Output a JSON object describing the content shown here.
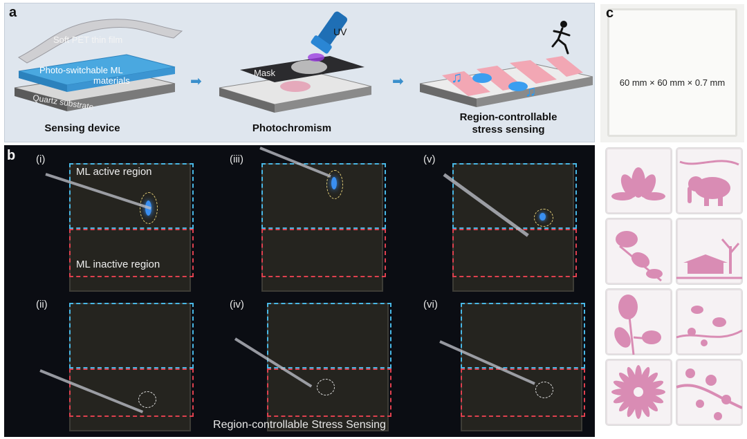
{
  "panel_a": {
    "label": "a",
    "stack": {
      "film": "Soft PET thin  film",
      "material_line1": "Photo-switchable  ML",
      "material_line2": "materials",
      "substrate": "Quartz substrate"
    },
    "uv": "UV",
    "mask": "Mask",
    "captions": {
      "device": "Sensing device",
      "photo": "Photochromism",
      "region_line1": "Region-controllable",
      "region_line2": "stress sensing"
    }
  },
  "panel_b": {
    "label": "b",
    "subpanels": [
      "(i)",
      "(iii)",
      "(v)",
      "(ii)",
      "(iv)",
      "(vi)"
    ],
    "active_region": "ML active region",
    "inactive_region": "ML inactive region",
    "caption": "Region-controllable Stress Sensing"
  },
  "panel_c": {
    "label": "c",
    "dimensions": "60 mm × 60 mm × 0.7 mm"
  },
  "colors": {
    "active_dashed": "#49b8e6",
    "inactive_dashed": "#e0404e",
    "ml_glow": "#3a8ff0",
    "pattern_pink": "#d98cb4"
  }
}
